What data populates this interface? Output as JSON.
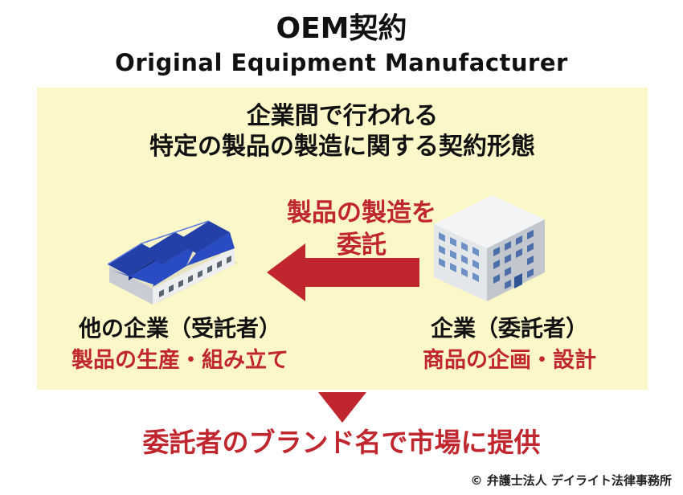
{
  "title": {
    "main": "OEM契約",
    "sub": "Original Equipment Manufacturer"
  },
  "definition": {
    "line1": "企業間で行われる",
    "line2": "特定の製品の製造に関する契約形態"
  },
  "flow": {
    "label_line1": "製品の製造を",
    "label_line2": "委託"
  },
  "parties": {
    "left": {
      "name": "他の企業（受託者）",
      "role": "製品の生産・組み立て"
    },
    "right": {
      "name": "企業（委託者）",
      "role": "商品の企画・設計"
    }
  },
  "result": "委託者のブランド名で市場に提供",
  "copyright": "© 弁護士法人 デイライト法律事務所",
  "colors": {
    "accent_red": "#c0262d",
    "panel_background": "#fbf7c9",
    "factory_roof": "#2240a8",
    "office_body": "#d9dde2"
  },
  "icons": {
    "left": "factory-icon",
    "right": "office-building-icon"
  }
}
